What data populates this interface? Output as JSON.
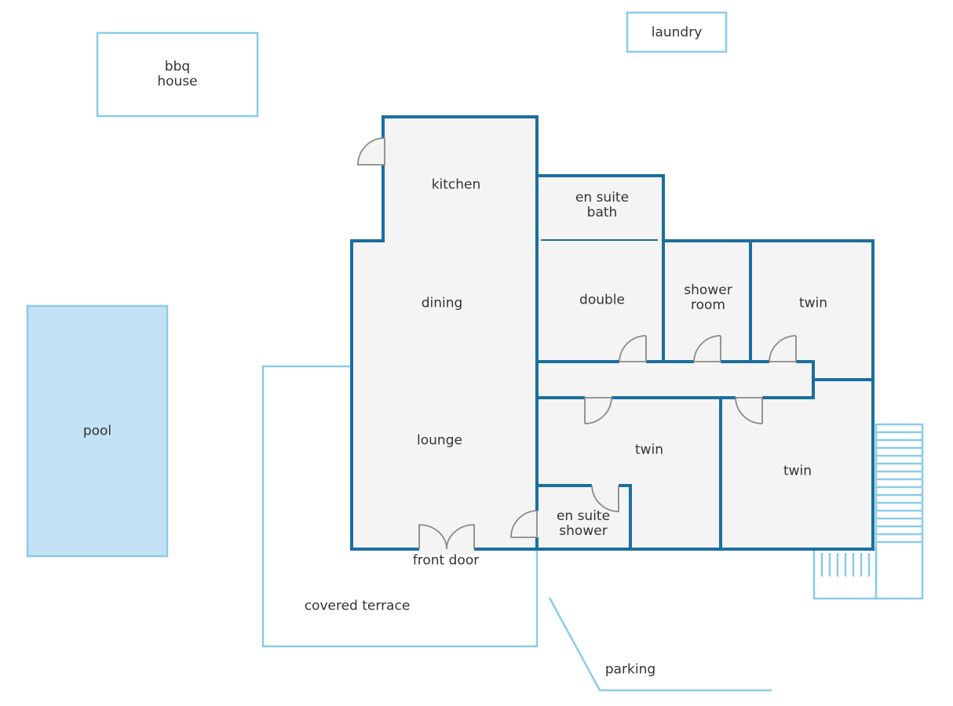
{
  "colors": {
    "wall": "#1b6f9e",
    "outline": "#8ccbea",
    "pool_fill": "#c4e2f5",
    "floor": "#f4f4f4",
    "door": "#8a8a8a",
    "text": "#333333"
  },
  "labels": {
    "bbq_house": "bbq\nhouse",
    "laundry": "laundry",
    "pool": "pool",
    "kitchen": "kitchen",
    "dining": "dining",
    "lounge": "lounge",
    "en_suite_bath": "en suite\nbath",
    "double": "double",
    "shower_room": "shower\nroom",
    "twin_top_right": "twin",
    "twin_center": "twin",
    "twin_bottom_right": "twin",
    "en_suite_shower": "en suite\nshower",
    "front_door": "front door",
    "covered_terrace": "covered terrace",
    "parking": "parking"
  }
}
